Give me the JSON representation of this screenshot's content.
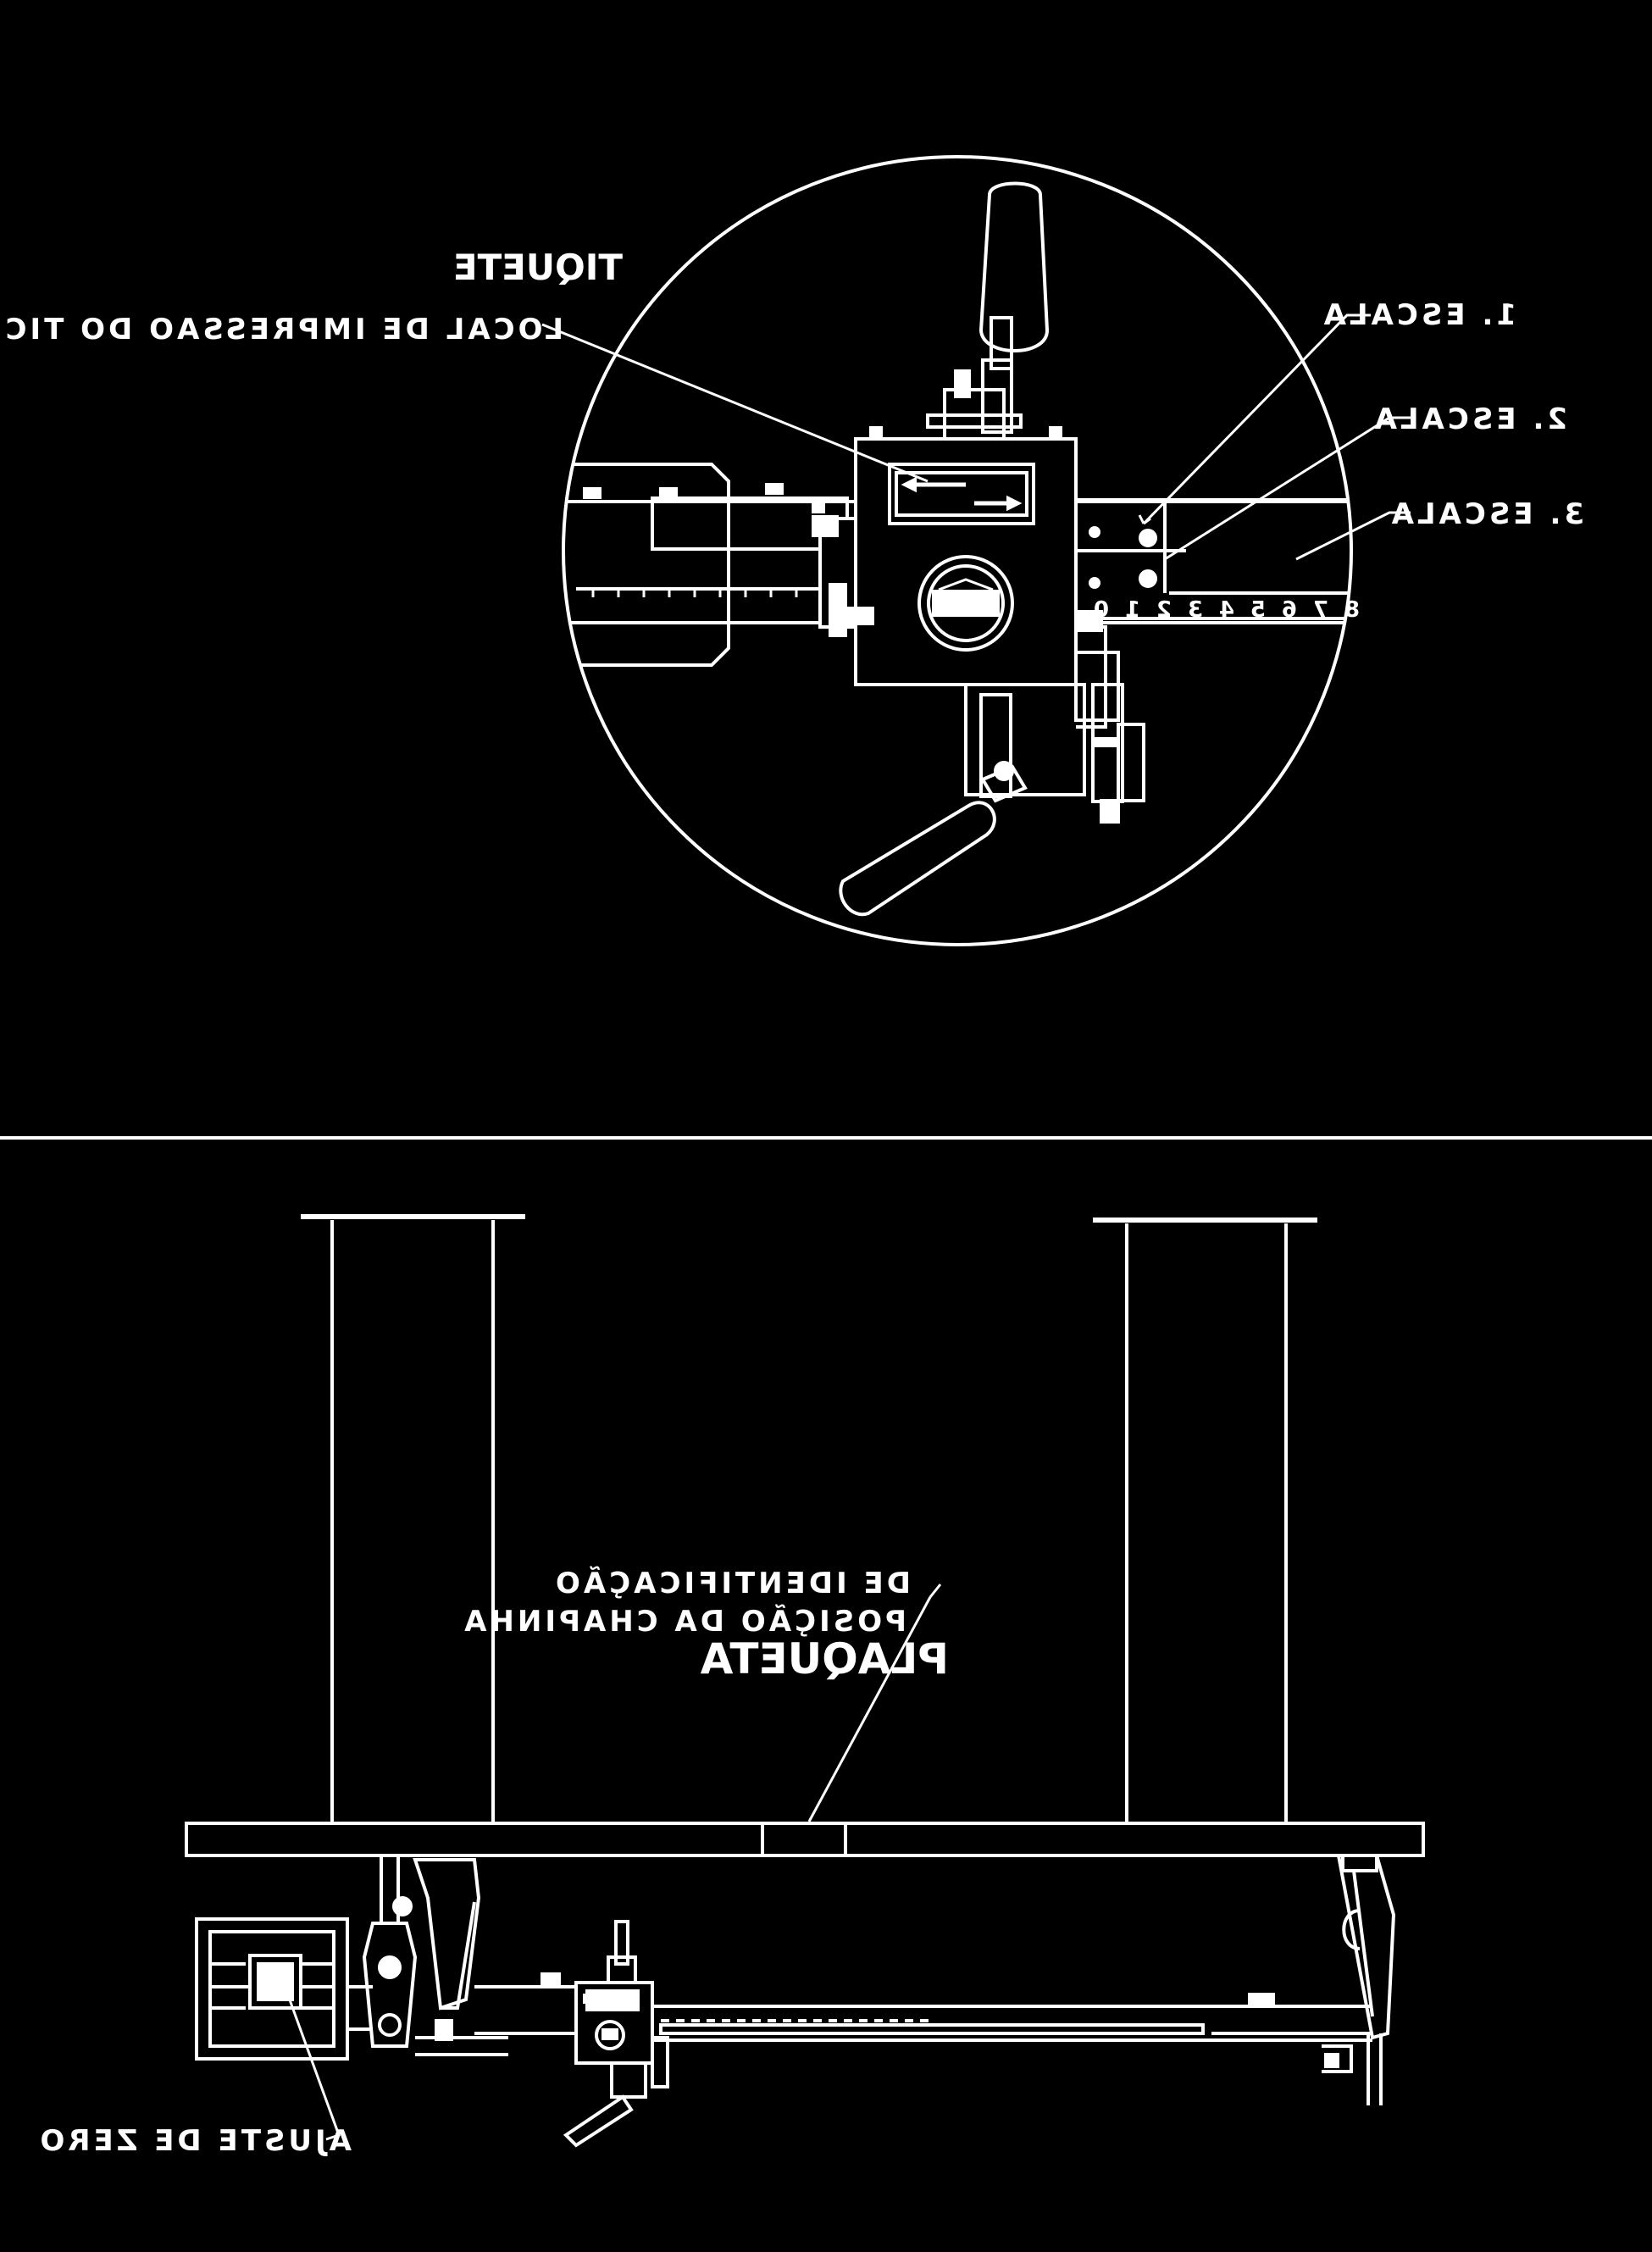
{
  "colors": {
    "background": "#000000",
    "line": "#ffffff"
  },
  "top_view": {
    "labels": {
      "print_location": "LOCAL DE IMPRESSAO DO TICKET",
      "print_location_handwritten": "TIQUETE",
      "scale_1": "1. ESCALA",
      "scale_2": "2. ESCALA",
      "scale_3": "3. ESCALA"
    },
    "scale_digits": [
      "0",
      "1",
      "2",
      "3",
      "4",
      "5",
      "6",
      "7",
      "8"
    ]
  },
  "side_view": {
    "labels": {
      "plate_position_line1": "POSIÇÃO DA CHAPINHA",
      "plate_position_line2": "DE IDENTIFICAÇÃO",
      "plate_handwritten": "PLAQUETA",
      "zero_adjust": "AJUSTE DE ZERO"
    }
  }
}
